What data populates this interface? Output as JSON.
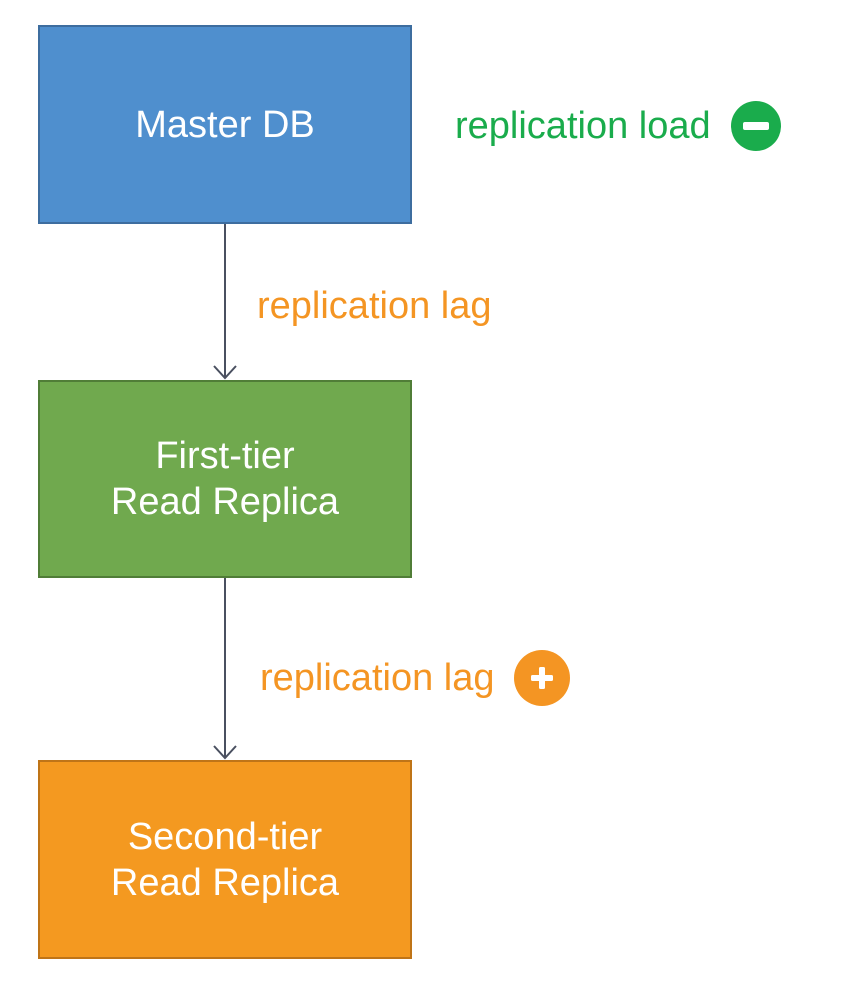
{
  "nodes": {
    "master": {
      "label": "Master DB"
    },
    "first_tier": {
      "line1": "First-tier",
      "line2": "Read Replica"
    },
    "second_tier": {
      "line1": "Second-tier",
      "line2": "Read Replica"
    }
  },
  "annotations": {
    "replication_load": {
      "text": "replication load",
      "icon": "minus-circle-icon",
      "color": "#1aac4c"
    },
    "replication_lag_1": {
      "text": "replication lag",
      "color": "#f49523"
    },
    "replication_lag_2": {
      "text": "replication lag",
      "icon": "plus-circle-icon",
      "color": "#f49523"
    }
  },
  "colors": {
    "master": "#4f8fce",
    "first_tier": "#70a94e",
    "second_tier": "#f49920",
    "connector": "#4a5060"
  }
}
